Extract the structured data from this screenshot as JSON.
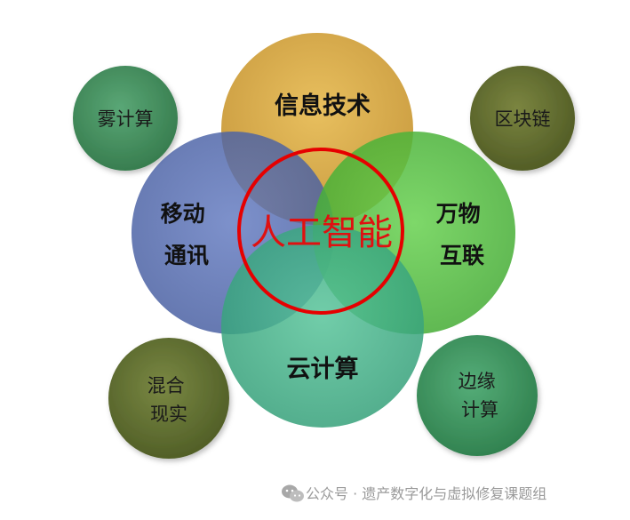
{
  "center": {
    "label": "人工智能",
    "ring_color": "#e60000"
  },
  "big_circles": [
    {
      "key": "info-tech",
      "lines": [
        "信息技术"
      ],
      "color": "#d9a63a"
    },
    {
      "key": "mobile-comm",
      "lines": [
        "移动",
        "通讯"
      ],
      "color": "#4f6ab0"
    },
    {
      "key": "iot",
      "lines": [
        "万物",
        "互联"
      ],
      "color": "#4cc13a"
    },
    {
      "key": "cloud",
      "lines": [
        "云计算"
      ],
      "color": "#3aae86"
    }
  ],
  "small_circles": [
    {
      "key": "fog",
      "lines": [
        "雾计算"
      ],
      "color": "#3f8a5a"
    },
    {
      "key": "blockchain",
      "lines": [
        "区块链"
      ],
      "color": "#5e6a2c"
    },
    {
      "key": "mixed-reality",
      "lines": [
        "混合",
        "现实"
      ],
      "color": "#5b6a2e"
    },
    {
      "key": "edge",
      "lines": [
        "边缘",
        "计算"
      ],
      "color": "#3b8f5a"
    }
  ],
  "watermark": {
    "icon": "wechat-icon",
    "text": "公众号 · 遗产数字化与虚拟修复课题组"
  }
}
